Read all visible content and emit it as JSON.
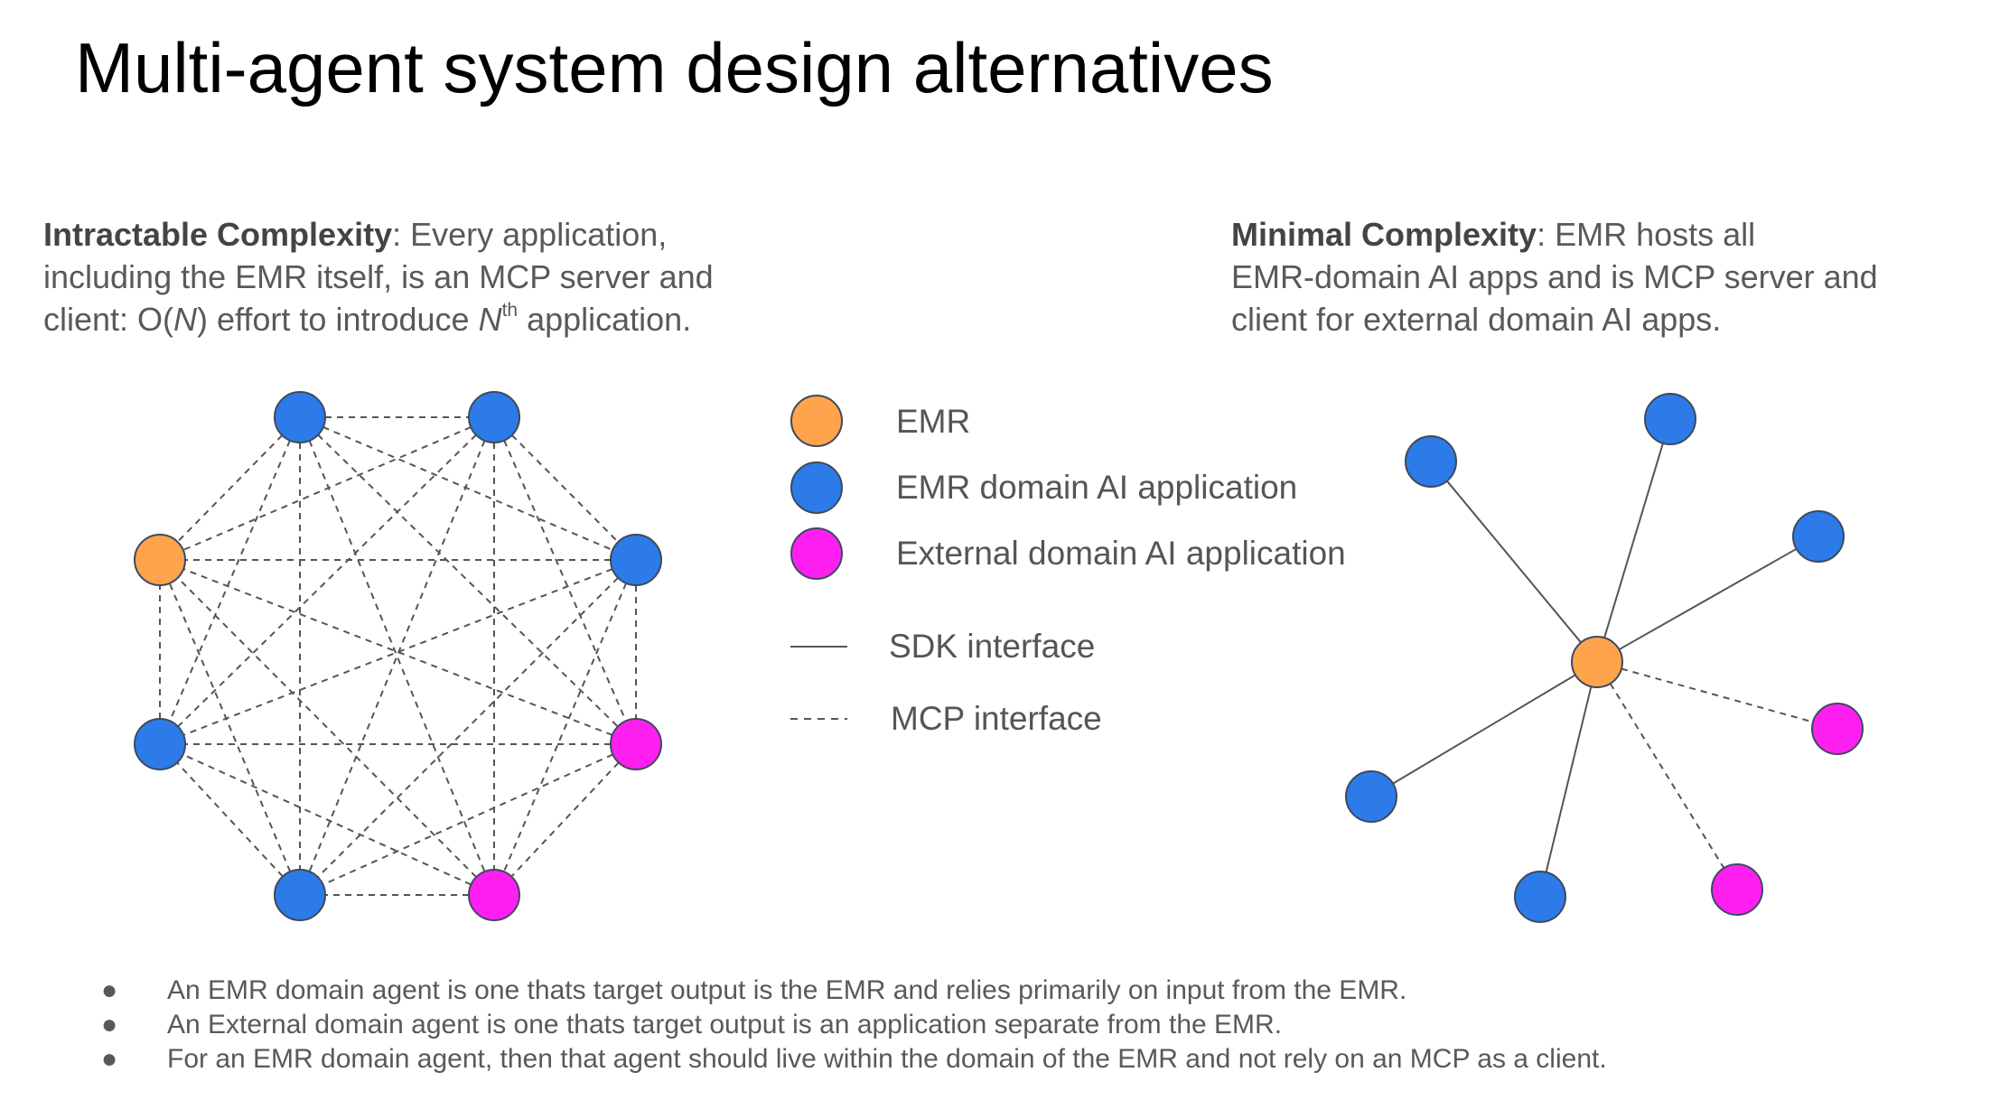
{
  "title": "Multi-agent system design alternatives",
  "left_panel": {
    "heading": "Intractable Complexity",
    "line1_rest": ": Every application,",
    "line2": "including the EMR itself, is an MCP server and",
    "line3_a": "client: O(",
    "line3_n": "N",
    "line3_b": ") effort to introduce ",
    "line3_n2": "N",
    "line3_sup": "th",
    "line3_c": " application."
  },
  "right_panel": {
    "heading": "Minimal Complexity",
    "line1_rest": ": EMR hosts all",
    "line2": "EMR-domain AI apps and is MCP server and",
    "line3": "client for external domain AI apps."
  },
  "legend": {
    "emr": "EMR",
    "emr_domain": "EMR domain AI application",
    "external_domain": "External domain AI application",
    "sdk": "SDK interface",
    "mcp": "MCP interface"
  },
  "colors": {
    "emr": "#FFA34D",
    "emr_domain": "#2D7BE8",
    "external_domain": "#FF1FF0",
    "node_stroke": "#3d4a5c",
    "edge": "#555555"
  },
  "bullets": {
    "symbol": "●",
    "items": [
      "An EMR domain agent is one thats target output is the EMR and relies primarily on input from the EMR.",
      "An External domain agent is one thats target output is an application separate from the EMR.",
      "For an EMR domain agent, then that agent should live within the domain of the EMR and not rely on an MCP as a client."
    ]
  },
  "mesh_nodes": [
    "emr_domain",
    "emr_domain",
    "emr_domain",
    "external_domain",
    "external_domain",
    "emr_domain",
    "emr_domain",
    "emr"
  ],
  "star": {
    "hub": "emr",
    "spokes": [
      {
        "type": "emr_domain",
        "interface": "sdk"
      },
      {
        "type": "emr_domain",
        "interface": "sdk"
      },
      {
        "type": "emr_domain",
        "interface": "sdk"
      },
      {
        "type": "emr_domain",
        "interface": "sdk"
      },
      {
        "type": "emr_domain",
        "interface": "sdk"
      },
      {
        "type": "external_domain",
        "interface": "mcp"
      },
      {
        "type": "external_domain",
        "interface": "mcp"
      }
    ]
  }
}
